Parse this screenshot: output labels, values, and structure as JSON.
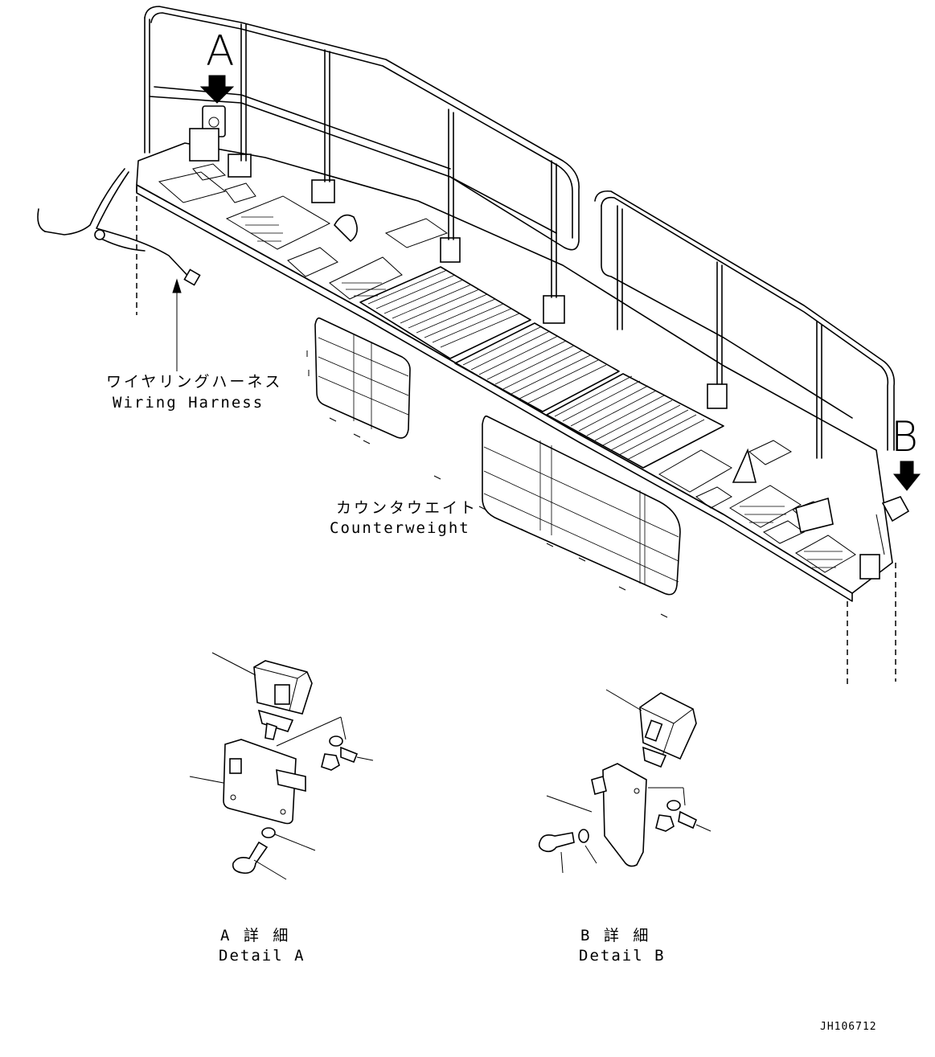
{
  "callouts": {
    "a": "A",
    "b": "B"
  },
  "labels": {
    "wiring_harness_jp": "ワイヤリングハーネス",
    "wiring_harness_en": "Wiring Harness",
    "counterweight_jp": "カウンタウエイト",
    "counterweight_en": "Counterweight"
  },
  "details": {
    "a_jp": "A 詳 細",
    "a_en": "Detail A",
    "b_jp": "B 詳 細",
    "b_en": "Detail B"
  },
  "drawing_code": "JH106712"
}
